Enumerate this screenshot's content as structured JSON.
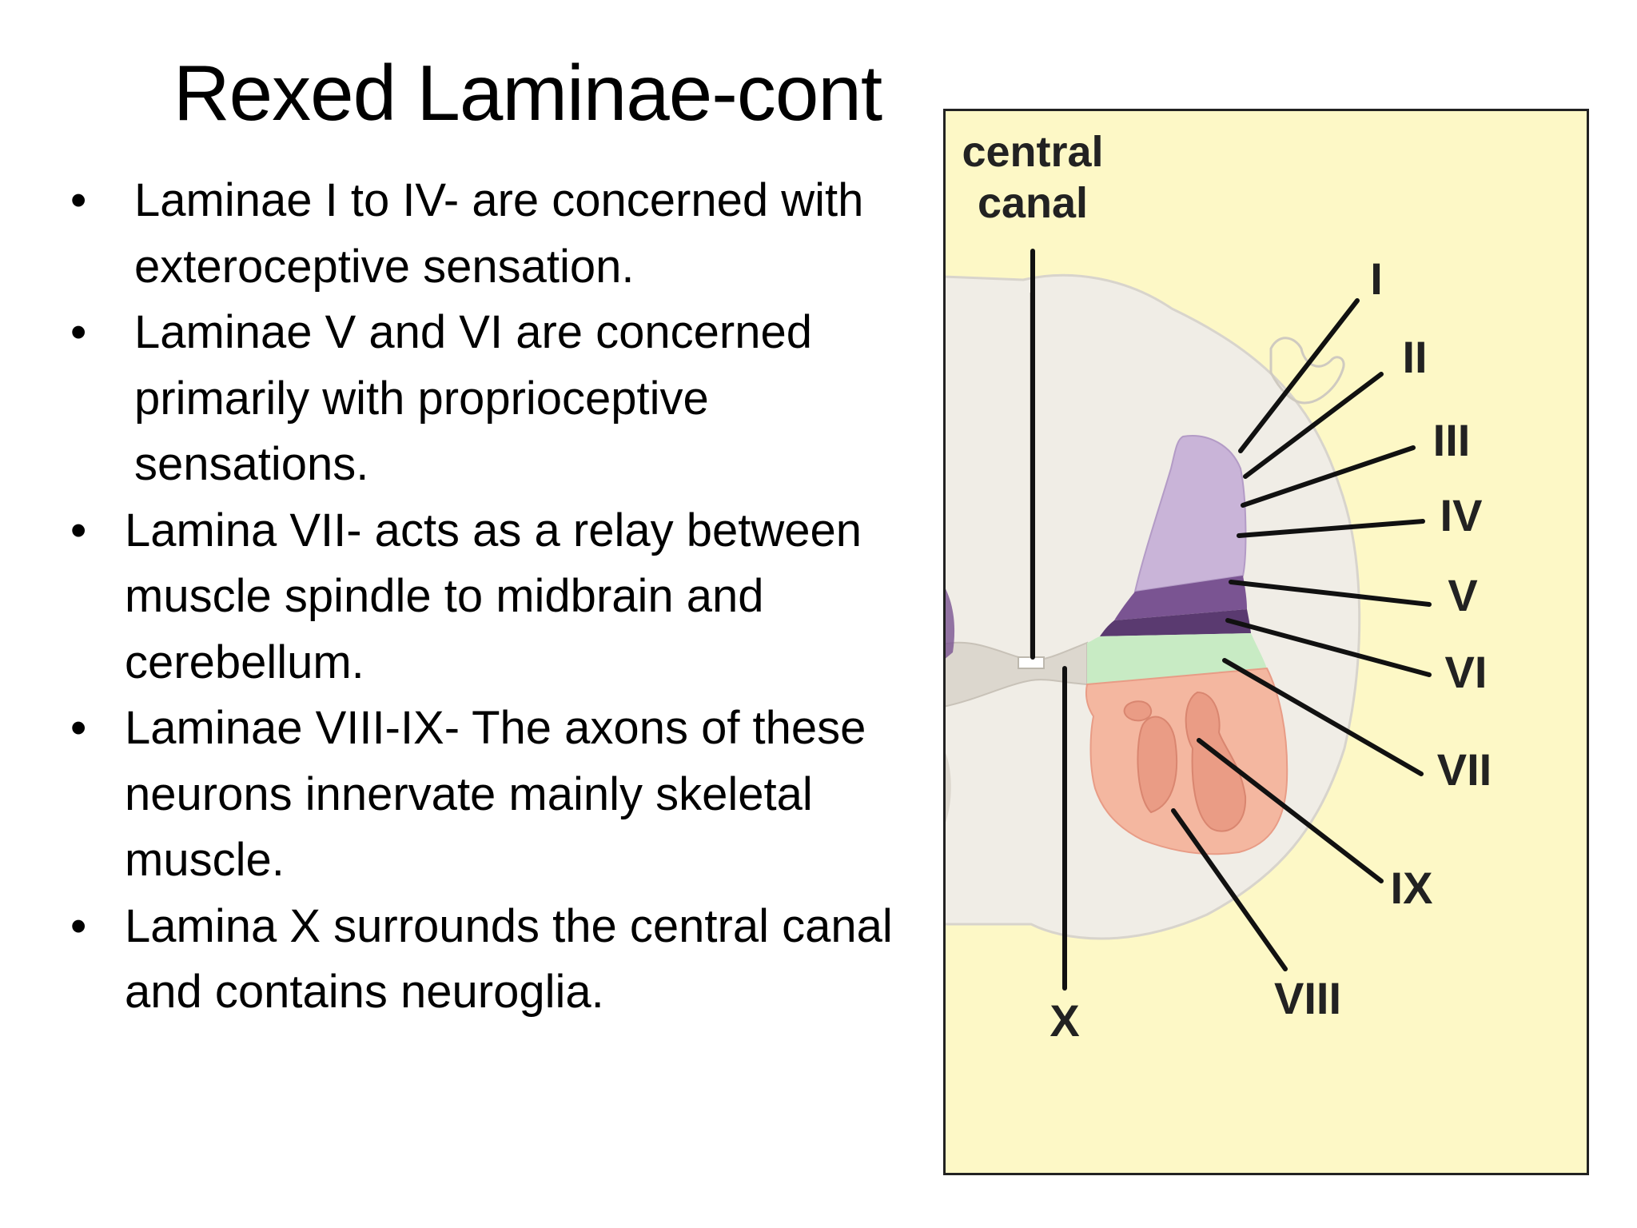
{
  "slide": {
    "title": "Rexed Laminae-cont",
    "bullet_symbol": "•",
    "bullets": [
      "Laminae I to IV- are concerned with exteroceptive sensation.",
      "Laminae V and VI are concerned primarily with proprioceptive sensations.",
      "Lamina VII- acts as a relay between muscle spindle to midbrain and cerebellum.",
      "Laminae VIII-IX- The axons of these neurons innervate mainly skeletal muscle.",
      "Lamina X surrounds the central canal and contains neuroglia."
    ]
  },
  "diagram": {
    "central_canal_line1": "central",
    "central_canal_line2": "canal",
    "labels": {
      "I": "I",
      "II": "II",
      "III": "III",
      "IV": "IV",
      "V": "V",
      "VI": "VI",
      "VII": "VII",
      "VIII": "VIII",
      "IX": "IX",
      "X": "X"
    },
    "colors": {
      "background": "#fdf8c6",
      "white_matter": "#f0ede6",
      "grey_matter_upper": "#c9b4d8",
      "lamina_V": "#7a5492",
      "lamina_VI": "#5a3a70",
      "lamina_VII": "#c8ebc4",
      "lamina_VIII_IX": "#f4b7a0"
    }
  }
}
